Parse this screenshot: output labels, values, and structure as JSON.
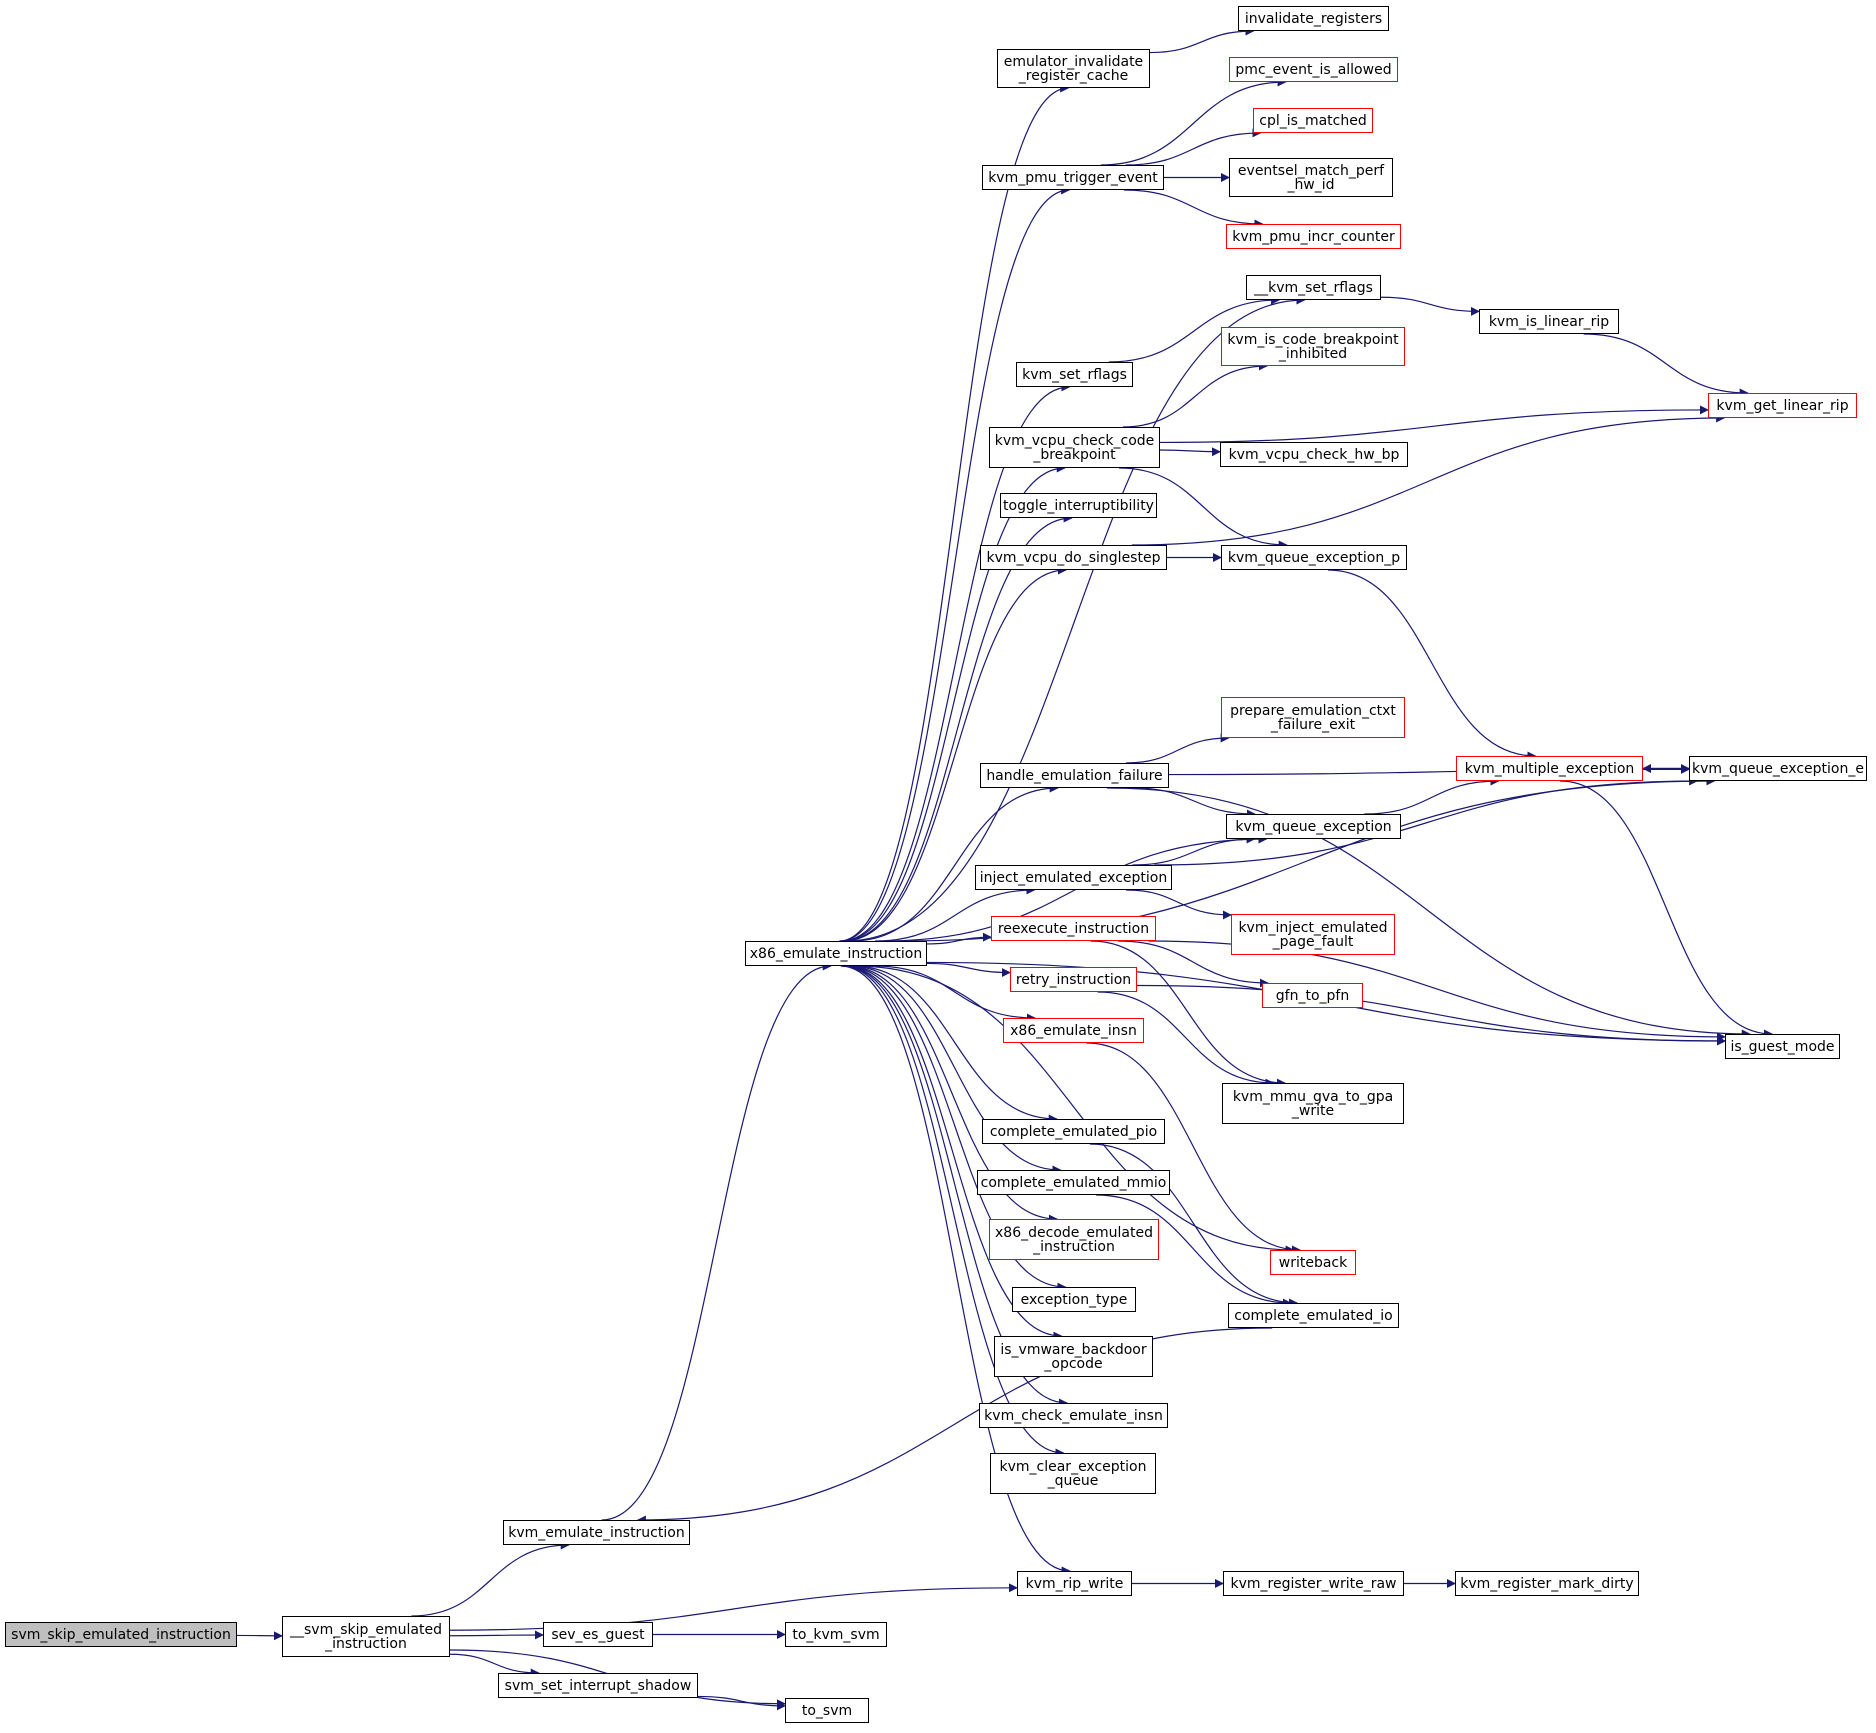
{
  "colors": {
    "edge": "#191970",
    "border": "#000000",
    "incomplete_border": "#ff0000",
    "root_fill": "#bfbfbf"
  },
  "nodes": [
    {
      "id": "svm_skip",
      "lines": [
        "svm_skip_emulated_instruction"
      ],
      "style": "root"
    },
    {
      "id": "__svm_skip",
      "lines": [
        "__svm_skip_emulated",
        "_instruction"
      ],
      "style": "normal"
    },
    {
      "id": "kvm_emulate_instruction",
      "lines": [
        "kvm_emulate_instruction"
      ],
      "style": "normal"
    },
    {
      "id": "kvm_rip_write",
      "lines": [
        "kvm_rip_write"
      ],
      "style": "normal"
    },
    {
      "id": "sev_es_guest",
      "lines": [
        "sev_es_guest"
      ],
      "style": "normal"
    },
    {
      "id": "svm_set_interrupt_shadow",
      "lines": [
        "svm_set_interrupt_shadow"
      ],
      "style": "normal"
    },
    {
      "id": "to_svm",
      "lines": [
        "to_svm"
      ],
      "style": "normal"
    },
    {
      "id": "to_kvm_svm",
      "lines": [
        "to_kvm_svm"
      ],
      "style": "normal"
    },
    {
      "id": "kvm_register_write_raw",
      "lines": [
        "kvm_register_write_raw"
      ],
      "style": "normal"
    },
    {
      "id": "kvm_register_mark_dirty",
      "lines": [
        "kvm_register_mark_dirty"
      ],
      "style": "normal"
    },
    {
      "id": "x86_emulate_instruction",
      "lines": [
        "x86_emulate_instruction"
      ],
      "style": "normal"
    },
    {
      "id": "emulator_invalidate",
      "lines": [
        "emulator_invalidate",
        "_register_cache"
      ],
      "style": "normal"
    },
    {
      "id": "invalidate_registers",
      "lines": [
        "invalidate_registers"
      ],
      "style": "normal"
    },
    {
      "id": "kvm_pmu_trigger_event",
      "lines": [
        "kvm_pmu_trigger_event"
      ],
      "style": "normal"
    },
    {
      "id": "pmc_event_is_allowed",
      "lines": [
        "pmc_event_is_allowed"
      ],
      "style": "red"
    },
    {
      "id": "cpl_is_matched",
      "lines": [
        "cpl_is_matched"
      ],
      "style": "red"
    },
    {
      "id": "eventsel_match",
      "lines": [
        "eventsel_match_perf",
        "_hw_id"
      ],
      "style": "normal"
    },
    {
      "id": "kvm_pmu_incr_counter",
      "lines": [
        "kvm_pmu_incr_counter"
      ],
      "style": "red"
    },
    {
      "id": "__kvm_set_rflags",
      "lines": [
        "__kvm_set_rflags"
      ],
      "style": "normal"
    },
    {
      "id": "kvm_is_linear_rip",
      "lines": [
        "kvm_is_linear_rip"
      ],
      "style": "normal"
    },
    {
      "id": "kvm_set_rflags",
      "lines": [
        "kvm_set_rflags"
      ],
      "style": "normal"
    },
    {
      "id": "kvm_is_code_bp_inhibited",
      "lines": [
        "kvm_is_code_breakpoint",
        "_inhibited"
      ],
      "style": "red"
    },
    {
      "id": "kvm_get_linear_rip",
      "lines": [
        "kvm_get_linear_rip"
      ],
      "style": "red"
    },
    {
      "id": "kvm_vcpu_check_code_bp",
      "lines": [
        "kvm_vcpu_check_code",
        "_breakpoint"
      ],
      "style": "normal"
    },
    {
      "id": "kvm_vcpu_check_hw_bp",
      "lines": [
        "kvm_vcpu_check_hw_bp"
      ],
      "style": "normal"
    },
    {
      "id": "toggle_interruptibility",
      "lines": [
        "toggle_interruptibility"
      ],
      "style": "normal"
    },
    {
      "id": "kvm_vcpu_do_singlestep",
      "lines": [
        "kvm_vcpu_do_singlestep"
      ],
      "style": "normal"
    },
    {
      "id": "kvm_queue_exception_p",
      "lines": [
        "kvm_queue_exception_p"
      ],
      "style": "normal"
    },
    {
      "id": "prepare_emulation_ctxt",
      "lines": [
        "prepare_emulation_ctxt",
        "_failure_exit"
      ],
      "style": "red"
    },
    {
      "id": "handle_emulation_failure",
      "lines": [
        "handle_emulation_failure"
      ],
      "style": "normal"
    },
    {
      "id": "kvm_multiple_exception",
      "lines": [
        "kvm_multiple_exception"
      ],
      "style": "red"
    },
    {
      "id": "kvm_queue_exception_e",
      "lines": [
        "kvm_queue_exception_e"
      ],
      "style": "normal"
    },
    {
      "id": "kvm_queue_exception",
      "lines": [
        "kvm_queue_exception"
      ],
      "style": "normal"
    },
    {
      "id": "inject_emulated_exception",
      "lines": [
        "inject_emulated_exception"
      ],
      "style": "normal"
    },
    {
      "id": "reexecute_instruction",
      "lines": [
        "reexecute_instruction"
      ],
      "style": "red"
    },
    {
      "id": "kvm_inject_emulated_pf",
      "lines": [
        "kvm_inject_emulated",
        "_page_fault"
      ],
      "style": "red"
    },
    {
      "id": "retry_instruction",
      "lines": [
        "retry_instruction"
      ],
      "style": "red"
    },
    {
      "id": "gfn_to_pfn",
      "lines": [
        "gfn_to_pfn"
      ],
      "style": "red"
    },
    {
      "id": "x86_emulate_insn",
      "lines": [
        "x86_emulate_insn"
      ],
      "style": "red"
    },
    {
      "id": "is_guest_mode",
      "lines": [
        "is_guest_mode"
      ],
      "style": "normal"
    },
    {
      "id": "kvm_mmu_gva_to_gpa_write",
      "lines": [
        "kvm_mmu_gva_to_gpa",
        "_write"
      ],
      "style": "normal"
    },
    {
      "id": "complete_emulated_pio",
      "lines": [
        "complete_emulated_pio"
      ],
      "style": "normal"
    },
    {
      "id": "complete_emulated_mmio",
      "lines": [
        "complete_emulated_mmio"
      ],
      "style": "normal"
    },
    {
      "id": "x86_decode_emulated",
      "lines": [
        "x86_decode_emulated",
        "_instruction"
      ],
      "style": "red"
    },
    {
      "id": "writeback",
      "lines": [
        "writeback"
      ],
      "style": "red"
    },
    {
      "id": "exception_type",
      "lines": [
        "exception_type"
      ],
      "style": "normal"
    },
    {
      "id": "complete_emulated_io",
      "lines": [
        "complete_emulated_io"
      ],
      "style": "normal"
    },
    {
      "id": "is_vmware_backdoor",
      "lines": [
        "is_vmware_backdoor",
        "_opcode"
      ],
      "style": "normal"
    },
    {
      "id": "kvm_check_emulate_insn",
      "lines": [
        "kvm_check_emulate_insn"
      ],
      "style": "normal"
    },
    {
      "id": "kvm_clear_exception_queue",
      "lines": [
        "kvm_clear_exception",
        "_queue"
      ],
      "style": "normal"
    }
  ],
  "edges": [
    [
      "svm_skip",
      "__svm_skip"
    ],
    [
      "__svm_skip",
      "kvm_emulate_instruction"
    ],
    [
      "__svm_skip",
      "kvm_rip_write"
    ],
    [
      "__svm_skip",
      "sev_es_guest"
    ],
    [
      "__svm_skip",
      "svm_set_interrupt_shadow"
    ],
    [
      "__svm_skip",
      "to_svm"
    ],
    [
      "sev_es_guest",
      "to_kvm_svm"
    ],
    [
      "svm_set_interrupt_shadow",
      "to_svm"
    ],
    [
      "kvm_rip_write",
      "kvm_register_write_raw"
    ],
    [
      "kvm_register_write_raw",
      "kvm_register_mark_dirty"
    ],
    [
      "kvm_emulate_instruction",
      "x86_emulate_instruction"
    ],
    [
      "x86_emulate_instruction",
      "emulator_invalidate"
    ],
    [
      "x86_emulate_instruction",
      "kvm_pmu_trigger_event"
    ],
    [
      "x86_emulate_instruction",
      "__kvm_set_rflags"
    ],
    [
      "x86_emulate_instruction",
      "kvm_set_rflags"
    ],
    [
      "x86_emulate_instruction",
      "kvm_vcpu_check_code_bp"
    ],
    [
      "x86_emulate_instruction",
      "toggle_interruptibility"
    ],
    [
      "x86_emulate_instruction",
      "kvm_vcpu_do_singlestep"
    ],
    [
      "x86_emulate_instruction",
      "kvm_queue_exception_e"
    ],
    [
      "x86_emulate_instruction",
      "handle_emulation_failure"
    ],
    [
      "x86_emulate_instruction",
      "kvm_queue_exception"
    ],
    [
      "x86_emulate_instruction",
      "inject_emulated_exception"
    ],
    [
      "x86_emulate_instruction",
      "reexecute_instruction"
    ],
    [
      "x86_emulate_instruction",
      "retry_instruction"
    ],
    [
      "x86_emulate_instruction",
      "x86_emulate_insn"
    ],
    [
      "x86_emulate_instruction",
      "complete_emulated_pio"
    ],
    [
      "x86_emulate_instruction",
      "complete_emulated_mmio"
    ],
    [
      "x86_emulate_instruction",
      "x86_decode_emulated"
    ],
    [
      "x86_emulate_instruction",
      "exception_type"
    ],
    [
      "x86_emulate_instruction",
      "is_vmware_backdoor"
    ],
    [
      "x86_emulate_instruction",
      "kvm_check_emulate_insn"
    ],
    [
      "x86_emulate_instruction",
      "kvm_clear_exception_queue"
    ],
    [
      "x86_emulate_instruction",
      "kvm_rip_write"
    ],
    [
      "x86_emulate_instruction",
      "is_guest_mode"
    ],
    [
      "x86_emulate_instruction",
      "writeback"
    ],
    [
      "emulator_invalidate",
      "invalidate_registers"
    ],
    [
      "kvm_pmu_trigger_event",
      "pmc_event_is_allowed"
    ],
    [
      "kvm_pmu_trigger_event",
      "cpl_is_matched"
    ],
    [
      "kvm_pmu_trigger_event",
      "eventsel_match"
    ],
    [
      "kvm_pmu_trigger_event",
      "kvm_pmu_incr_counter"
    ],
    [
      "__kvm_set_rflags",
      "kvm_is_linear_rip"
    ],
    [
      "kvm_is_linear_rip",
      "kvm_get_linear_rip"
    ],
    [
      "kvm_set_rflags",
      "__kvm_set_rflags"
    ],
    [
      "kvm_vcpu_check_code_bp",
      "kvm_is_code_bp_inhibited"
    ],
    [
      "kvm_vcpu_check_code_bp",
      "kvm_get_linear_rip"
    ],
    [
      "kvm_vcpu_check_code_bp",
      "kvm_vcpu_check_hw_bp"
    ],
    [
      "kvm_vcpu_check_code_bp",
      "kvm_queue_exception_p"
    ],
    [
      "kvm_vcpu_do_singlestep",
      "kvm_get_linear_rip"
    ],
    [
      "kvm_vcpu_do_singlestep",
      "kvm_queue_exception_p"
    ],
    [
      "kvm_queue_exception_p",
      "kvm_multiple_exception"
    ],
    [
      "handle_emulation_failure",
      "kvm_queue_exception_e"
    ],
    [
      "handle_emulation_failure",
      "prepare_emulation_ctxt"
    ],
    [
      "handle_emulation_failure",
      "kvm_queue_exception"
    ],
    [
      "handle_emulation_failure",
      "is_guest_mode"
    ],
    [
      "kvm_multiple_exception",
      "kvm_queue_exception_e"
    ],
    [
      "kvm_queue_exception_e",
      "kvm_multiple_exception"
    ],
    [
      "kvm_multiple_exception",
      "is_guest_mode"
    ],
    [
      "kvm_queue_exception",
      "kvm_multiple_exception"
    ],
    [
      "inject_emulated_exception",
      "kvm_queue_exception"
    ],
    [
      "inject_emulated_exception",
      "kvm_queue_exception_e"
    ],
    [
      "inject_emulated_exception",
      "kvm_inject_emulated_pf"
    ],
    [
      "reexecute_instruction",
      "gfn_to_pfn"
    ],
    [
      "reexecute_instruction",
      "is_guest_mode"
    ],
    [
      "reexecute_instruction",
      "kvm_mmu_gva_to_gpa_write"
    ],
    [
      "retry_instruction",
      "kvm_mmu_gva_to_gpa_write"
    ],
    [
      "retry_instruction",
      "is_guest_mode"
    ],
    [
      "x86_emulate_insn",
      "writeback"
    ],
    [
      "complete_emulated_pio",
      "complete_emulated_io"
    ],
    [
      "complete_emulated_mmio",
      "complete_emulated_io"
    ],
    [
      "complete_emulated_io",
      "kvm_emulate_instruction"
    ]
  ]
}
